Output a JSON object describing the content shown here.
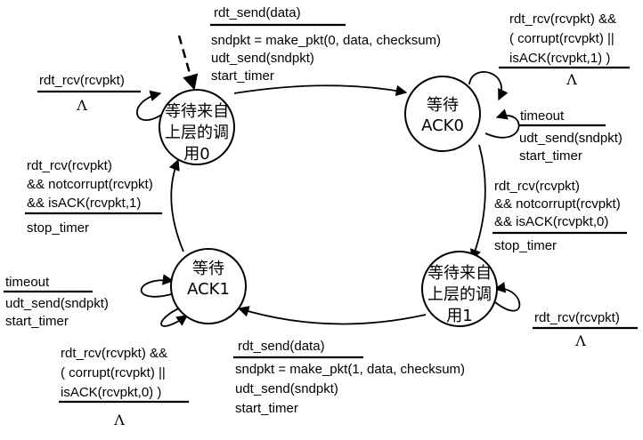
{
  "states": {
    "wait_call_0": {
      "line1": "等待来自",
      "line2": "上层的调",
      "line3": "用0"
    },
    "wait_ack_0": {
      "line1": "等待",
      "line2": "ACK0"
    },
    "wait_call_1": {
      "line1": "等待来自",
      "line2": "上层的调",
      "line3": "用1"
    },
    "wait_ack_1": {
      "line1": "等待",
      "line2": "ACK1"
    }
  },
  "transitions": {
    "send_pkt0": {
      "event": "rdt_send(data)",
      "actions": [
        "sndpkt = make_pkt(0, data, checksum)",
        "udt_send(sndpkt)",
        "start_timer"
      ]
    },
    "self_call0": {
      "event": "rdt_rcv(rcvpkt)",
      "action": "Λ"
    },
    "self_ack0_bad": {
      "event": [
        "rdt_rcv(rcvpkt) &&",
        "( corrupt(rcvpkt) ||",
        "isACK(rcvpkt,1) )"
      ],
      "action": "Λ"
    },
    "timeout_ack0": {
      "event": "timeout",
      "actions": [
        "udt_send(sndpkt)",
        "start_timer"
      ]
    },
    "ack0_ok": {
      "event": [
        "rdt_rcv(rcvpkt)",
        "&& notcorrupt(rcvpkt)",
        "&& isACK(rcvpkt,0)"
      ],
      "action": "stop_timer"
    },
    "self_call1": {
      "event": "rdt_rcv(rcvpkt)",
      "action": "Λ"
    },
    "send_pkt1": {
      "event": "rdt_send(data)",
      "actions": [
        "sndpkt = make_pkt(1, data, checksum)",
        "udt_send(sndpkt)",
        "start_timer"
      ]
    },
    "timeout_ack1": {
      "event": "timeout",
      "actions": [
        "udt_send(sndpkt)",
        "start_timer"
      ]
    },
    "self_ack1_bad": {
      "event": [
        "rdt_rcv(rcvpkt) &&",
        "( corrupt(rcvpkt) ||",
        "isACK(rcvpkt,0) )"
      ],
      "action": "Λ"
    },
    "ack1_ok": {
      "event": [
        "rdt_rcv(rcvpkt)",
        "&& notcorrupt(rcvpkt)",
        "&& isACK(rcvpkt,1)"
      ],
      "action": "stop_timer"
    }
  }
}
